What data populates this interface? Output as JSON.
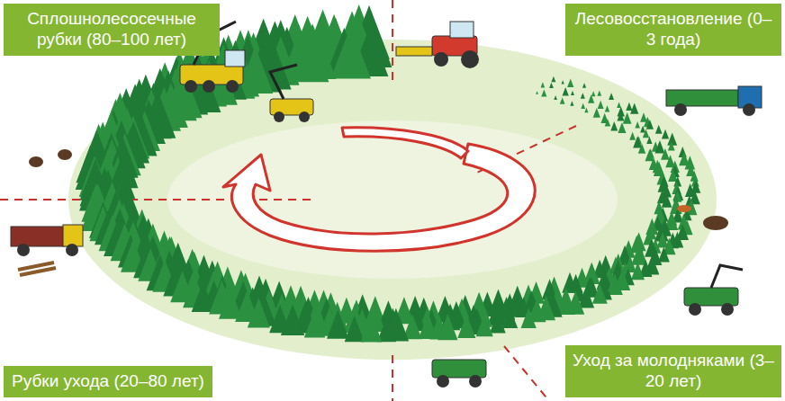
{
  "diagram": {
    "nodes": [
      {
        "text": [
          "Сплошнолесосечные рубки (80–100 лет)"
        ]
      },
      {
        "text": [
          "Лесовосстановление (0–3 года)"
        ]
      },
      {
        "text": [
          "Рубки ухода (20–80 лет)"
        ]
      },
      {
        "text": [
          "Уход за молодняками (3–20 лет)"
        ]
      }
    ]
  }
}
